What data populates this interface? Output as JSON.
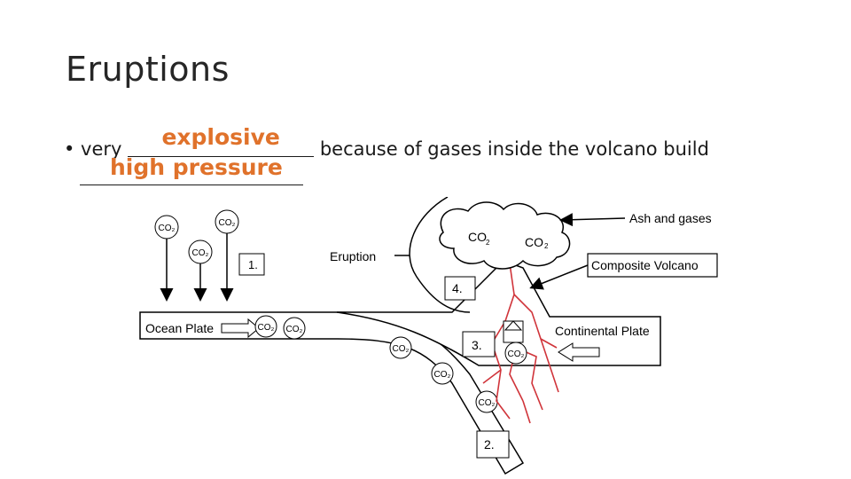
{
  "slide": {
    "title": "Eruptions",
    "bullet": {
      "prefix": "• very ",
      "answer1": "explosive",
      "suffix": " because of gases inside the volcano build",
      "answer2": "high pressure"
    }
  },
  "diagram": {
    "labels": {
      "ash_gases": "Ash and gases",
      "eruption": "Eruption",
      "composite_volcano": "Composite Volcano",
      "ocean_plate": "Ocean Plate",
      "continental_plate": "Continental Plate",
      "step1": "1.",
      "step2": "2.",
      "step3": "3.",
      "step4": "4.",
      "co2_cloud_a": "CO",
      "co2_cloud_b": "CO",
      "co2_small": "CO₂",
      "sub2": "2"
    },
    "colors": {
      "magma": "#d0343a",
      "answer": "#e0722b"
    }
  }
}
